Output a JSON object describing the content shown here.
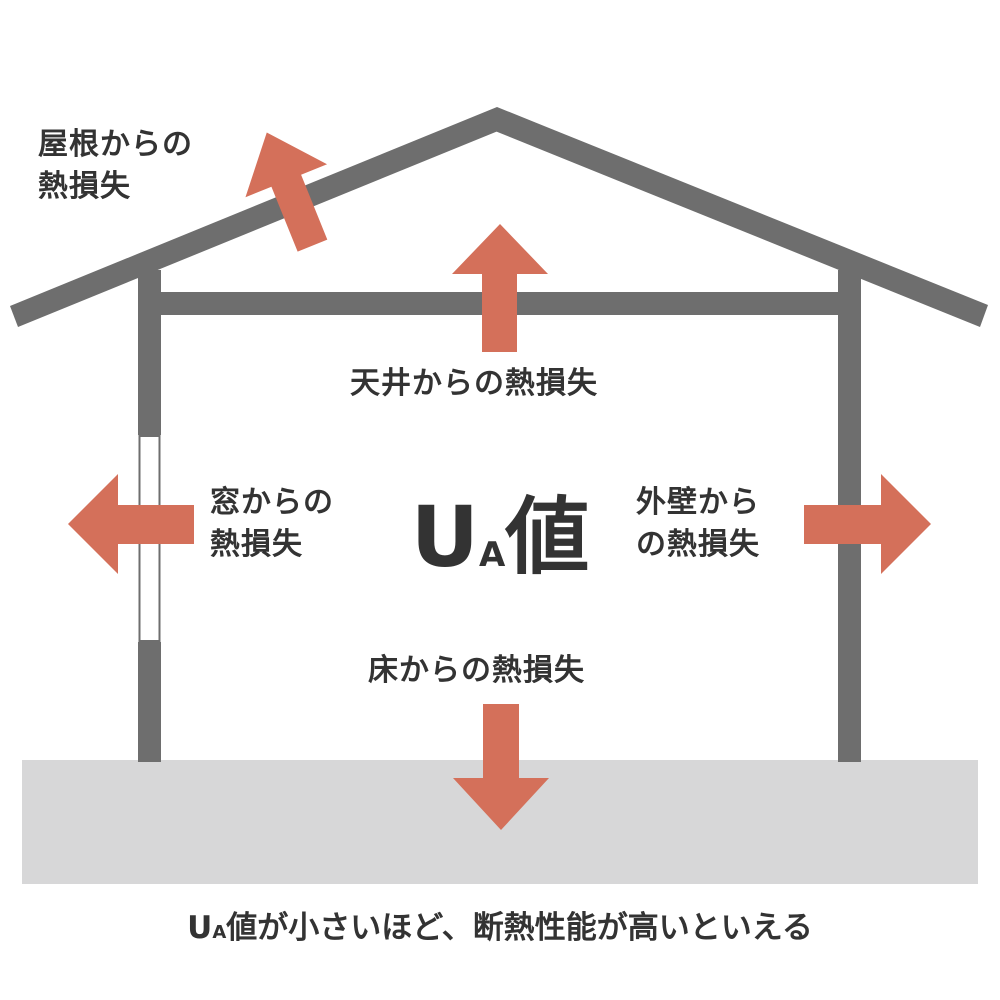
{
  "colors": {
    "structure": "#6e6e6e",
    "arrow": "#d4705a",
    "ground": "#d7d7d8",
    "text": "#333333"
  },
  "labels": {
    "roof": [
      "屋根からの",
      "熱損失"
    ],
    "ceiling": "天井からの熱損失",
    "window": [
      "窓からの",
      "熱損失"
    ],
    "wall": [
      "外壁から",
      "の熱損失"
    ],
    "floor": "床からの熱損失"
  },
  "center": {
    "u": "U",
    "a": "A",
    "value": "値"
  },
  "caption": {
    "u": "U",
    "a": "A",
    "text": "値が小さいほど、断熱性能が高いといえる"
  }
}
